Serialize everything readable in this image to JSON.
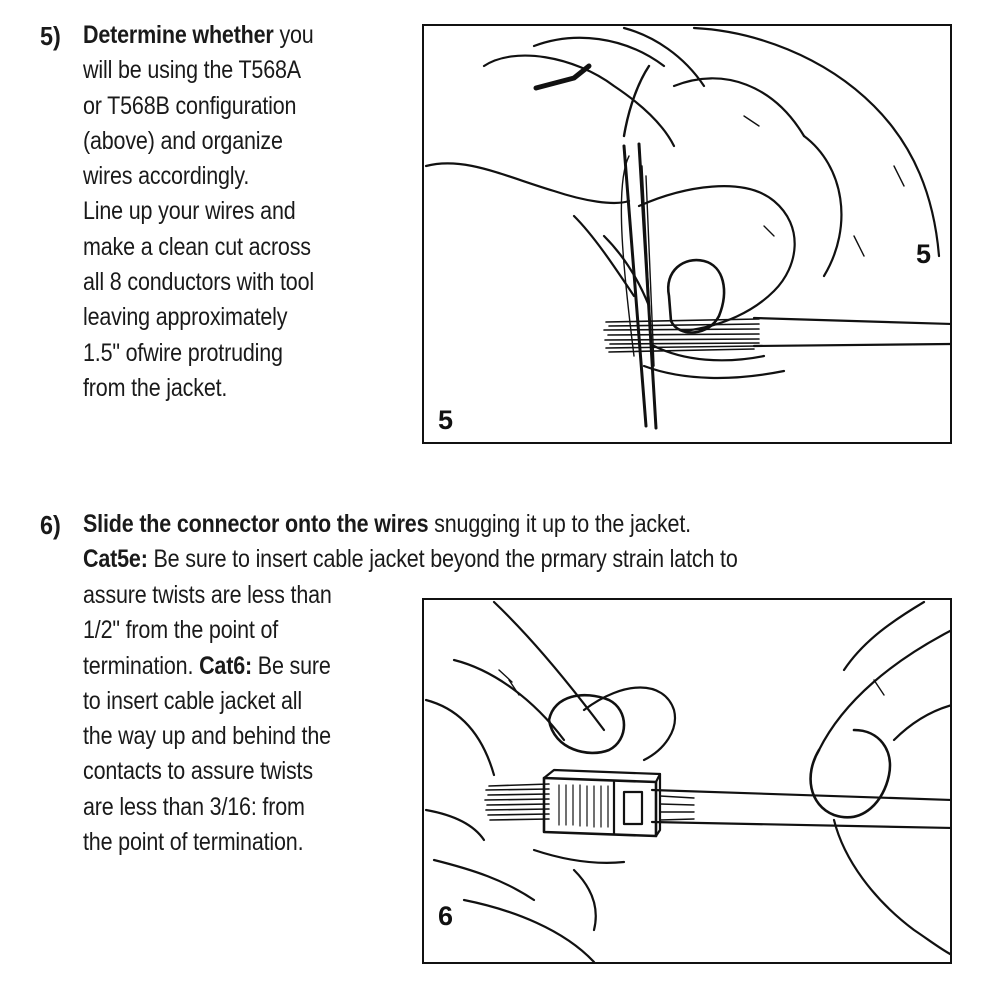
{
  "step5": {
    "number": "5)",
    "lead_bold": "Determine whether",
    "lead_rest": " you",
    "lines": [
      "will be using the T568A",
      "or T568B configuration",
      "(above) and organize",
      "wires accordingly.",
      "Line up your wires and",
      "make a clean cut across",
      "all 8 conductors with tool",
      "leaving  approximately",
      "1.5\" ofwire protruding",
      "from  the jacket."
    ],
    "figure_label_right": "5",
    "figure_label_bottom": "5"
  },
  "step6": {
    "number": "6)",
    "lead_bold": "Slide the connector onto the wires",
    "lead_rest": " snugging it up to the  jacket.",
    "cat5e_label": "Cat5e:",
    "cat5e_rest": " Be sure to insert cable jacket beyond the prmary  strain latch to",
    "lines_before_cat6": [
      "assure  twists are less than",
      "1/2\"  from the point of"
    ],
    "cat6_line_start": "termination. ",
    "cat6_label": "Cat6:",
    "cat6_line_end": " Be sure",
    "lines_after_cat6": [
      "to  insert cable jacket all",
      "the way up and behind the",
      "contacts to assure twists",
      "are less than 3/16: from",
      "the point of termination."
    ],
    "figure_label": "6"
  }
}
